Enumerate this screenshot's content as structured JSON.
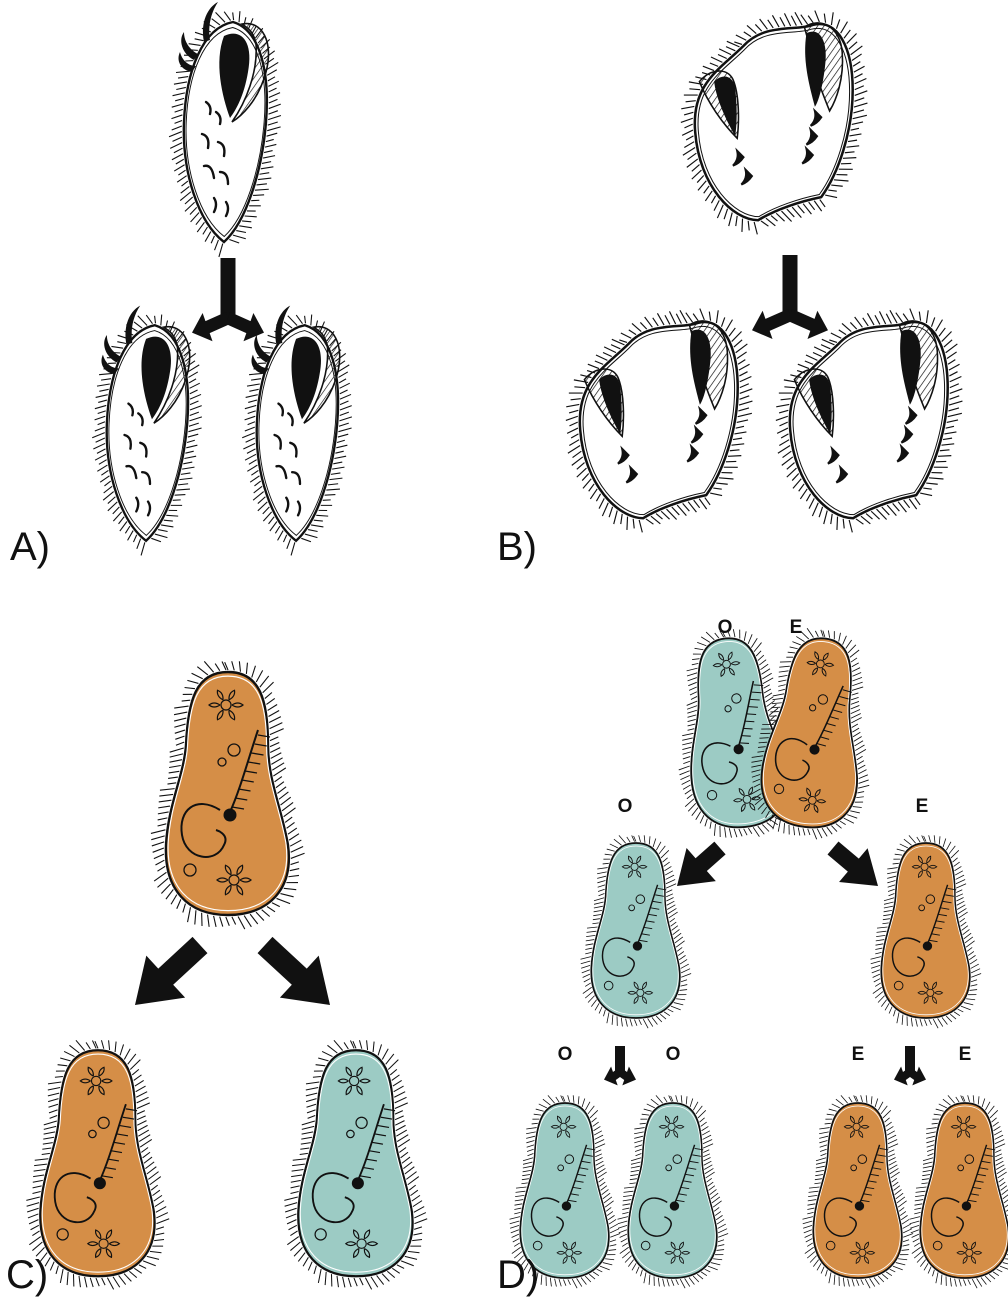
{
  "panels": {
    "a": {
      "label": "A)"
    },
    "b": {
      "label": "B)"
    },
    "c": {
      "label": "C)"
    },
    "d": {
      "label": "D)",
      "pair_labels": [
        "O",
        "E"
      ],
      "level1_labels": [
        "O",
        "E"
      ],
      "level2_labels": [
        "O",
        "O",
        "E",
        "E"
      ]
    }
  },
  "colors": {
    "orange": "#d58e47",
    "teal": "#9ccbc4",
    "outline": "#111111",
    "background": "#ffffff"
  }
}
